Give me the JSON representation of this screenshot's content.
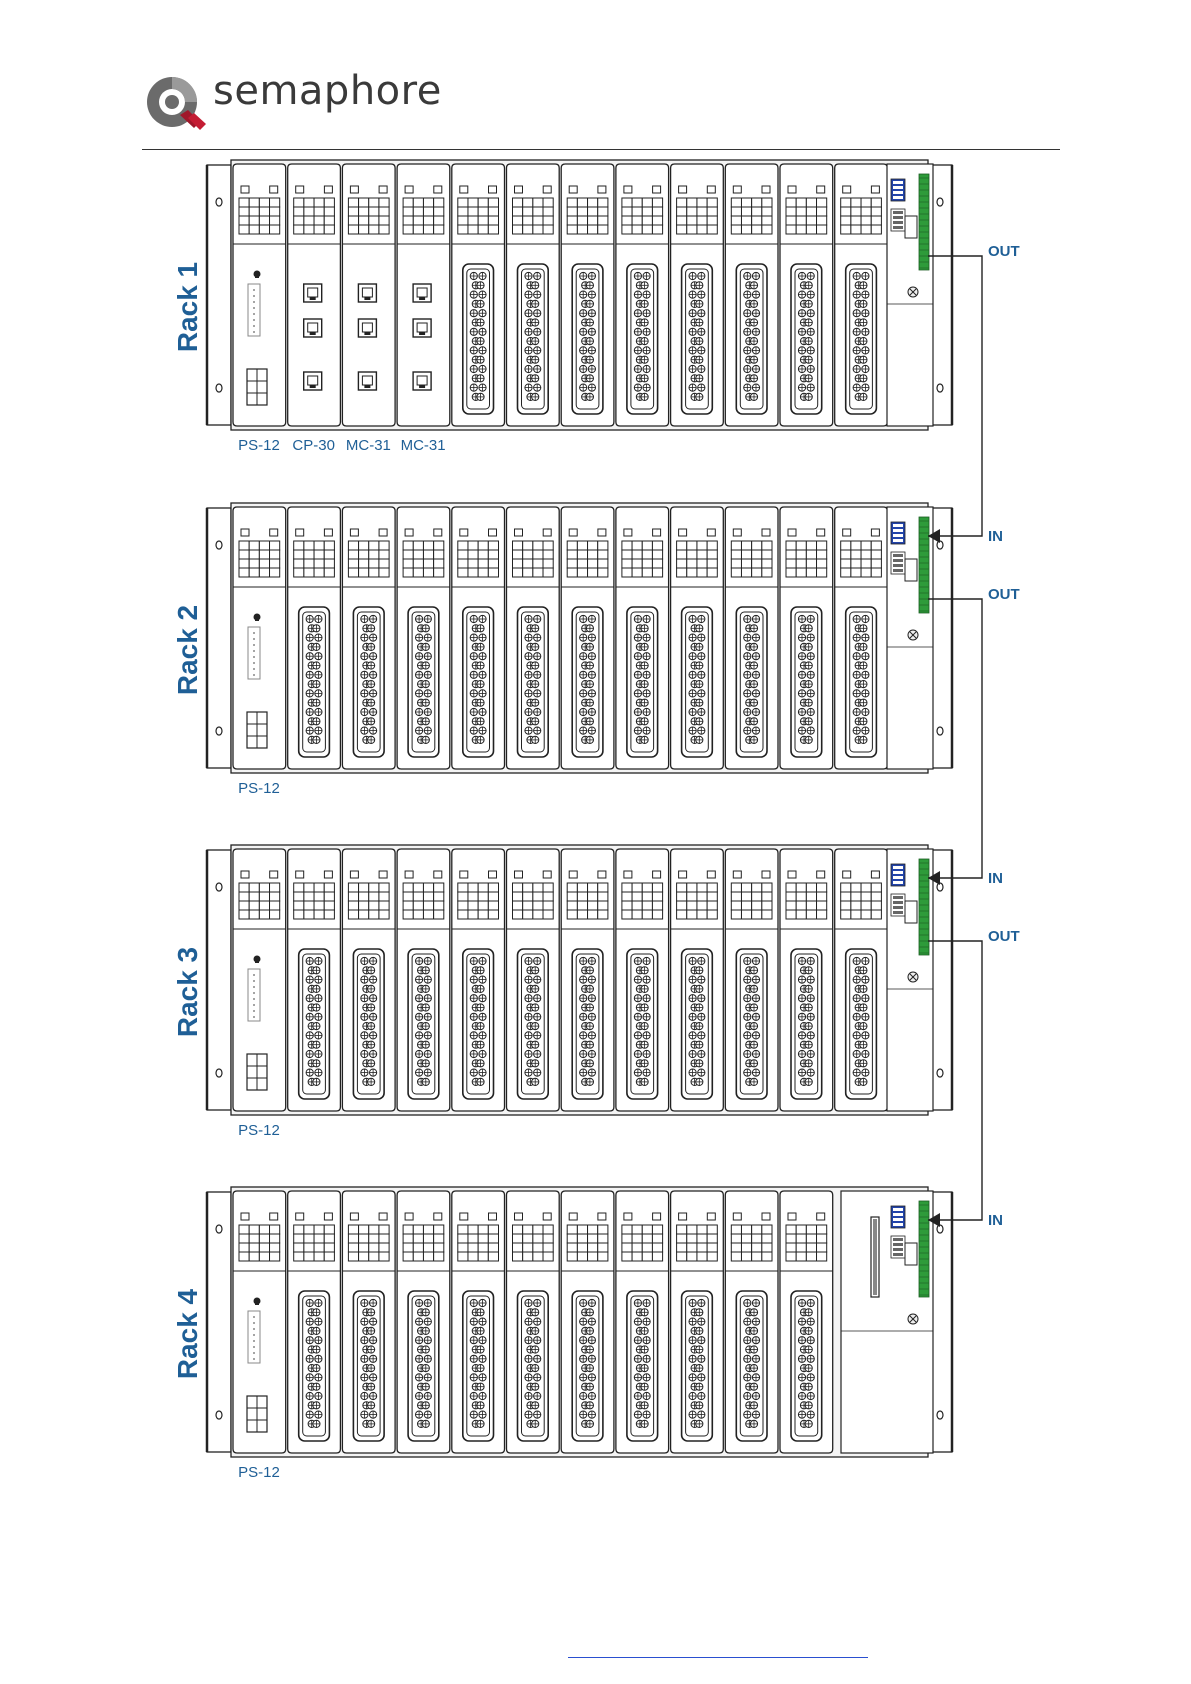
{
  "header": {
    "logo_text": "semaphore"
  },
  "racks": [
    {
      "label": "Rack 1",
      "slots": [
        "power",
        "comm",
        "comm",
        "comm",
        "io",
        "io",
        "io",
        "io",
        "io",
        "io",
        "io",
        "io"
      ],
      "module_labels": [
        "PS-12",
        "CP-30",
        "MC-31",
        "MC-31"
      ],
      "ports": [
        "OUT"
      ],
      "end_panel": "standard"
    },
    {
      "label": "Rack 2",
      "slots": [
        "power",
        "io",
        "io",
        "io",
        "io",
        "io",
        "io",
        "io",
        "io",
        "io",
        "io",
        "io"
      ],
      "module_labels": [
        "PS-12"
      ],
      "ports": [
        "IN",
        "OUT"
      ],
      "end_panel": "standard"
    },
    {
      "label": "Rack 3",
      "slots": [
        "power",
        "io",
        "io",
        "io",
        "io",
        "io",
        "io",
        "io",
        "io",
        "io",
        "io",
        "io"
      ],
      "module_labels": [
        "PS-12"
      ],
      "ports": [
        "IN",
        "OUT"
      ],
      "end_panel": "standard"
    },
    {
      "label": "Rack 4",
      "slots": [
        "power",
        "io",
        "io",
        "io",
        "io",
        "io",
        "io",
        "io",
        "io",
        "io",
        "io"
      ],
      "module_labels": [
        "PS-12"
      ],
      "ports": [
        "IN"
      ],
      "end_panel": "wide"
    }
  ],
  "colors": {
    "accent": "#1f5f96",
    "terminal": "#2e9b3a",
    "dip": "#2244aa",
    "line": "#222222"
  },
  "footer": {
    "link_text": ""
  }
}
